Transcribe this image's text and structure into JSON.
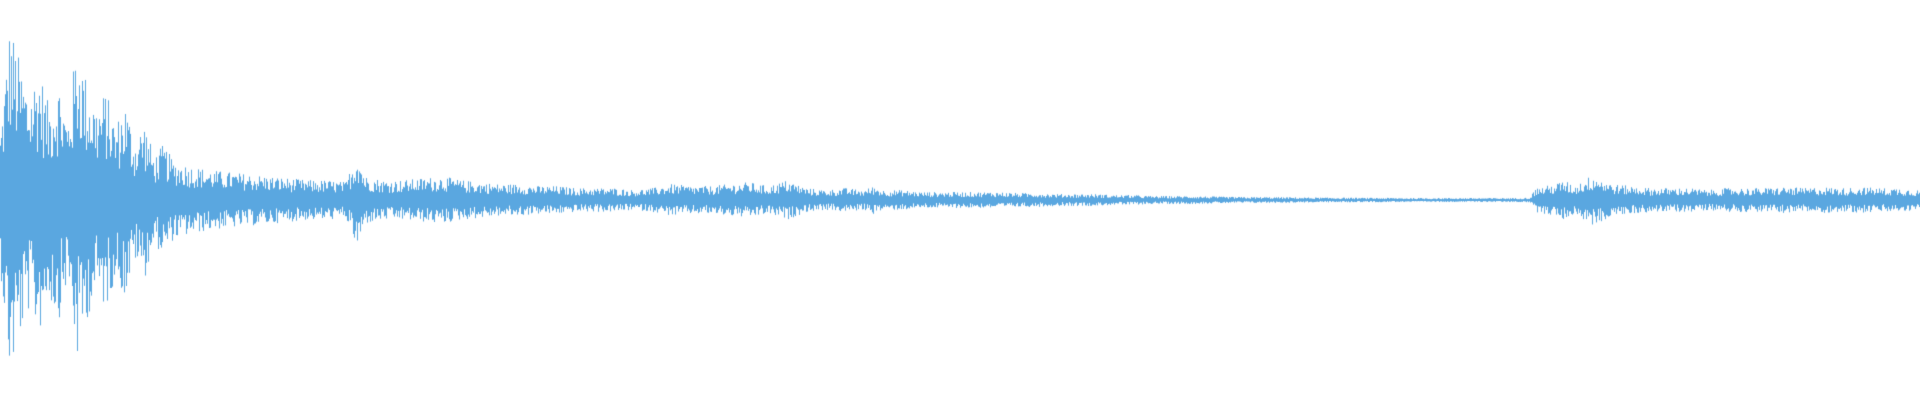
{
  "waveform": {
    "color": "#5aa7e0",
    "background": "#ffffff",
    "envelope": [
      [
        0.0,
        0.35
      ],
      [
        0.005,
        0.9
      ],
      [
        0.01,
        0.7
      ],
      [
        0.015,
        0.55
      ],
      [
        0.02,
        0.68
      ],
      [
        0.025,
        0.48
      ],
      [
        0.03,
        0.62
      ],
      [
        0.035,
        0.4
      ],
      [
        0.04,
        0.82
      ],
      [
        0.045,
        0.6
      ],
      [
        0.05,
        0.48
      ],
      [
        0.055,
        0.55
      ],
      [
        0.06,
        0.38
      ],
      [
        0.065,
        0.5
      ],
      [
        0.07,
        0.3
      ],
      [
        0.075,
        0.4
      ],
      [
        0.08,
        0.22
      ],
      [
        0.085,
        0.28
      ],
      [
        0.09,
        0.2
      ],
      [
        0.1,
        0.17
      ],
      [
        0.11,
        0.15
      ],
      [
        0.12,
        0.14
      ],
      [
        0.13,
        0.13
      ],
      [
        0.14,
        0.12
      ],
      [
        0.15,
        0.11
      ],
      [
        0.16,
        0.1
      ],
      [
        0.17,
        0.1
      ],
      [
        0.18,
        0.09
      ],
      [
        0.186,
        0.25
      ],
      [
        0.19,
        0.12
      ],
      [
        0.2,
        0.1
      ],
      [
        0.21,
        0.1
      ],
      [
        0.22,
        0.11
      ],
      [
        0.23,
        0.12
      ],
      [
        0.24,
        0.1
      ],
      [
        0.25,
        0.09
      ],
      [
        0.26,
        0.08
      ],
      [
        0.27,
        0.08
      ],
      [
        0.28,
        0.07
      ],
      [
        0.29,
        0.07
      ],
      [
        0.3,
        0.06
      ],
      [
        0.31,
        0.06
      ],
      [
        0.32,
        0.06
      ],
      [
        0.33,
        0.05
      ],
      [
        0.34,
        0.06
      ],
      [
        0.35,
        0.08
      ],
      [
        0.36,
        0.07
      ],
      [
        0.37,
        0.07
      ],
      [
        0.38,
        0.08
      ],
      [
        0.39,
        0.09
      ],
      [
        0.4,
        0.07
      ],
      [
        0.41,
        0.1
      ],
      [
        0.42,
        0.06
      ],
      [
        0.43,
        0.05
      ],
      [
        0.44,
        0.06
      ],
      [
        0.45,
        0.05
      ],
      [
        0.455,
        0.07
      ],
      [
        0.46,
        0.05
      ],
      [
        0.47,
        0.05
      ],
      [
        0.48,
        0.04
      ],
      [
        0.49,
        0.04
      ],
      [
        0.5,
        0.04
      ],
      [
        0.51,
        0.04
      ],
      [
        0.52,
        0.04
      ],
      [
        0.53,
        0.035
      ],
      [
        0.54,
        0.035
      ],
      [
        0.55,
        0.03
      ],
      [
        0.56,
        0.03
      ],
      [
        0.57,
        0.03
      ],
      [
        0.58,
        0.025
      ],
      [
        0.59,
        0.025
      ],
      [
        0.6,
        0.02
      ],
      [
        0.61,
        0.02
      ],
      [
        0.62,
        0.02
      ],
      [
        0.63,
        0.018
      ],
      [
        0.64,
        0.016
      ],
      [
        0.65,
        0.015
      ],
      [
        0.66,
        0.015
      ],
      [
        0.67,
        0.014
      ],
      [
        0.68,
        0.013
      ],
      [
        0.69,
        0.012
      ],
      [
        0.7,
        0.012
      ],
      [
        0.71,
        0.011
      ],
      [
        0.72,
        0.011
      ],
      [
        0.73,
        0.01
      ],
      [
        0.74,
        0.01
      ],
      [
        0.75,
        0.01
      ],
      [
        0.76,
        0.01
      ],
      [
        0.77,
        0.01
      ],
      [
        0.78,
        0.01
      ],
      [
        0.79,
        0.01
      ],
      [
        0.797,
        0.012
      ],
      [
        0.8,
        0.06
      ],
      [
        0.81,
        0.08
      ],
      [
        0.815,
        0.1
      ],
      [
        0.82,
        0.07
      ],
      [
        0.83,
        0.13
      ],
      [
        0.84,
        0.08
      ],
      [
        0.85,
        0.07
      ],
      [
        0.86,
        0.06
      ],
      [
        0.87,
        0.06
      ],
      [
        0.88,
        0.06
      ],
      [
        0.89,
        0.05
      ],
      [
        0.9,
        0.06
      ],
      [
        0.91,
        0.06
      ],
      [
        0.92,
        0.06
      ],
      [
        0.93,
        0.065
      ],
      [
        0.94,
        0.06
      ],
      [
        0.95,
        0.065
      ],
      [
        0.96,
        0.06
      ],
      [
        0.97,
        0.065
      ],
      [
        0.98,
        0.06
      ],
      [
        0.99,
        0.06
      ],
      [
        1.0,
        0.05
      ]
    ]
  }
}
